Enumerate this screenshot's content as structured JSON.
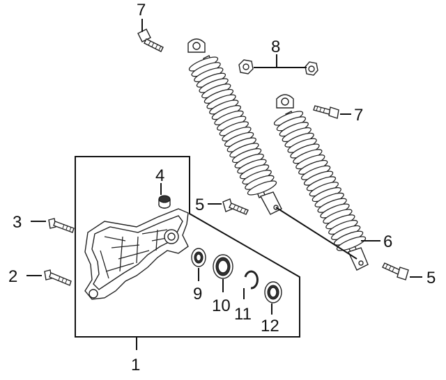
{
  "diagram": {
    "callouts": [
      {
        "id": "1",
        "text": "1"
      },
      {
        "id": "2",
        "text": "2"
      },
      {
        "id": "3",
        "text": "3"
      },
      {
        "id": "4",
        "text": "4"
      },
      {
        "id": "5a",
        "text": "5"
      },
      {
        "id": "5b",
        "text": "5"
      },
      {
        "id": "6",
        "text": "6"
      },
      {
        "id": "7a",
        "text": "7"
      },
      {
        "id": "7b",
        "text": "7"
      },
      {
        "id": "8",
        "text": "8"
      },
      {
        "id": "9",
        "text": "9"
      },
      {
        "id": "10",
        "text": "10"
      },
      {
        "id": "11",
        "text": "11"
      },
      {
        "id": "12",
        "text": "12"
      }
    ],
    "parts": [
      "swing-arm-bracket",
      "bolt",
      "bolt",
      "bushing",
      "bolt",
      "bolt",
      "shock-absorber",
      "shock-absorber",
      "bolt",
      "bolt",
      "nut",
      "nut",
      "oil-seal",
      "bearing",
      "circlip",
      "oil-seal"
    ]
  }
}
